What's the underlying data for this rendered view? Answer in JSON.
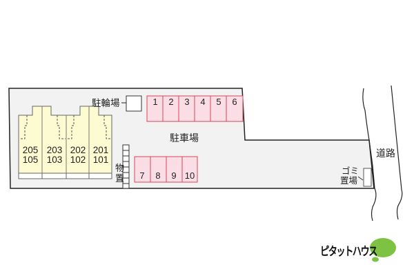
{
  "site_plan": {
    "labels": {
      "bicycle_parking": "駐輪場",
      "parking_lot": "駐車場",
      "storage_1": "物",
      "storage_2": "置",
      "road_1": "道路",
      "garbage_1": "ゴミ",
      "garbage_2": "置場"
    },
    "building": {
      "units": [
        {
          "upper": "205",
          "lower": "105"
        },
        {
          "upper": "203",
          "lower": "103"
        },
        {
          "upper": "202",
          "lower": "102"
        },
        {
          "upper": "201",
          "lower": "101"
        }
      ]
    },
    "parking_top": [
      "1",
      "2",
      "3",
      "4",
      "5",
      "6"
    ],
    "parking_bottom": [
      "7",
      "8",
      "9",
      "10"
    ],
    "colors": {
      "lot_fill": "#f2f2f2",
      "building_fill": "#fdfbd2",
      "parking_fill": "#fbdde6",
      "parking_stroke": "#d9455a",
      "logo_green": "#7dc242"
    }
  },
  "logo": {
    "text": "ピタットハウス"
  }
}
